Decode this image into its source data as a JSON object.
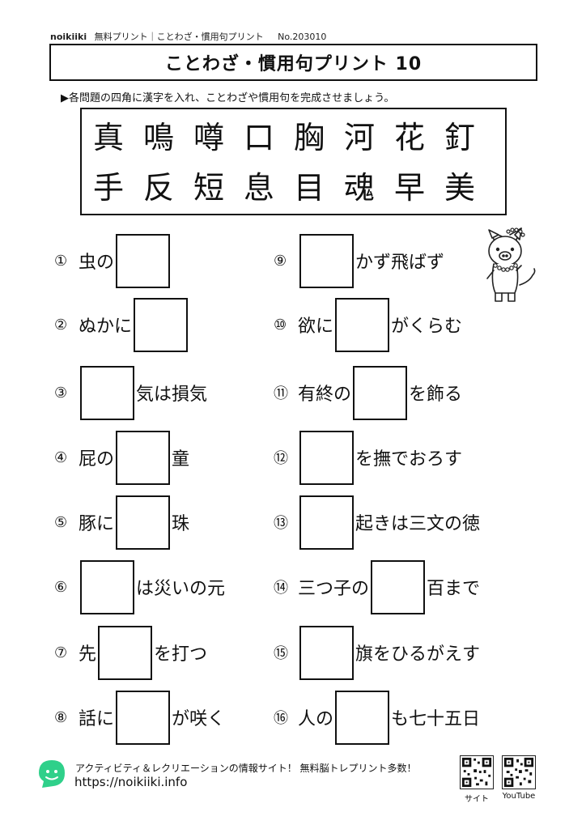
{
  "header": {
    "brand": "noikiiki",
    "category": "無料プリント｜ことわざ・慣用句プリント",
    "number": "No.203010"
  },
  "title": "ことわざ・慣用句プリント 10",
  "instruction": "▶各問題の四角に漢字を入れ、ことわざや慣用句を完成させましょう。",
  "kanji_rows": [
    [
      "真",
      "鳴",
      "噂",
      "口",
      "胸",
      "河",
      "花",
      "釘"
    ],
    [
      "手",
      "反",
      "短",
      "息",
      "目",
      "魂",
      "早",
      "美"
    ]
  ],
  "questions": [
    {
      "num": "①",
      "before": "虫の",
      "after": ""
    },
    {
      "num": "②",
      "before": "ぬかに",
      "after": ""
    },
    {
      "num": "③",
      "before": "",
      "after": "気は損気"
    },
    {
      "num": "④",
      "before": "屁の",
      "after": "童"
    },
    {
      "num": "⑤",
      "before": "豚に",
      "after": "珠"
    },
    {
      "num": "⑥",
      "before": "",
      "after": "は災いの元"
    },
    {
      "num": "⑦",
      "before": "先",
      "after": "を打つ"
    },
    {
      "num": "⑧",
      "before": "話に",
      "after": "が咲く"
    },
    {
      "num": "⑨",
      "before": "",
      "after": "かず飛ばず"
    },
    {
      "num": "⑩",
      "before": "欲に",
      "after": "がくらむ"
    },
    {
      "num": "⑪",
      "before": "有終の",
      "after": "を飾る"
    },
    {
      "num": "⑫",
      "before": "",
      "after": "を撫でおろす"
    },
    {
      "num": "⑬",
      "before": "",
      "after": "起きは三文の徳"
    },
    {
      "num": "⑭",
      "before": "三つ子の",
      "after": "百まで"
    },
    {
      "num": "⑮",
      "before": "",
      "after": "旗をひるがえす"
    },
    {
      "num": "⑯",
      "before": "人の",
      "after": "も七十五日"
    }
  ],
  "footer": {
    "text": "アクティビティ＆レクリエーションの情報サイト！ 無料脳トレプリント多数！",
    "url": "https://noikiiki.info",
    "qr_labels": [
      "サイト",
      "YouTube"
    ]
  }
}
